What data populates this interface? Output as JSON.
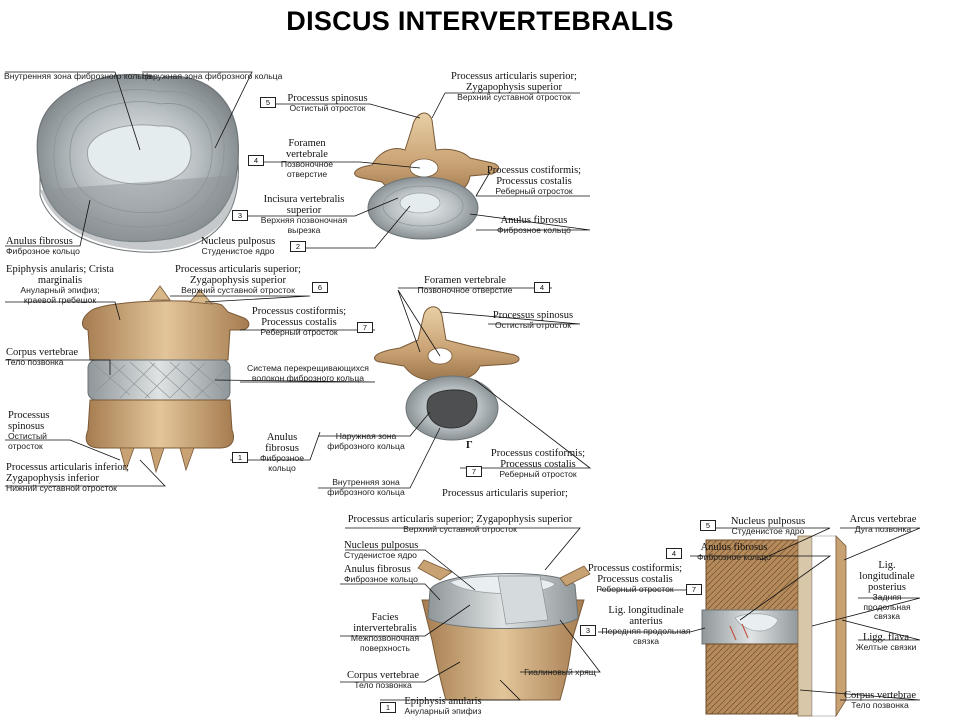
{
  "title": "DISCUS INTERVERTEBRALIS",
  "labels": {
    "p1_inner_zone": {
      "ru": "Внутренняя зона фиброзного кольца"
    },
    "p1_outer_zone": {
      "ru": "Наружная зона фиброзного кольца"
    },
    "p1_anulus": {
      "la": "Anulus fibrosus",
      "ru": "Фиброзное кольцо"
    },
    "p2_proc_art_sup": {
      "la": "Processus articularis superior; Zygapophysis superior",
      "ru": "Верхний суставной отросток"
    },
    "p2_spinosus": {
      "la": "Processus spinosus",
      "ru": "Остистый отросток",
      "num": "5"
    },
    "p2_foramen": {
      "la": "Foramen vertebrale",
      "ru": "Позвоночное отверстие",
      "num": "4"
    },
    "p2_incisura": {
      "la": "Incisura vertebralis superior",
      "ru": "Верхняя позвоночная вырезка",
      "num": "3"
    },
    "p2_nucleus": {
      "la": "Nucleus pulposus",
      "ru": "Студенистое ядро",
      "num": "2"
    },
    "p2_costiformis": {
      "la": "Processus costiformis; Processus costalis",
      "ru": "Реберный отросток"
    },
    "p2_anulus": {
      "la": "Anulus fibrosus",
      "ru": "Фиброзное кольцо"
    },
    "p3_epiphysis": {
      "la": "Epiphysis anularis; Crista marginalis",
      "ru": "Ануларный эпифиз; краевой гребешок"
    },
    "p3_corpus": {
      "la": "Corpus vertebrae",
      "ru": "Тело позвонка"
    },
    "p3_spinosus": {
      "la": "Processus spinosus",
      "ru": "Остистый отросток"
    },
    "p3_art_inf": {
      "la": "Processus articularis inferior; Zygapophysis inferior",
      "ru": "Нижний суставной отросток"
    },
    "p3_art_sup": {
      "la": "Processus articularis superior; Zygapophysis superior",
      "ru": "Верхний суставной отросток",
      "num": "6"
    },
    "p3_costiformis": {
      "la": "Processus costiformis; Processus costalis",
      "ru": "Реберный отросток",
      "num": "7"
    },
    "p3_system": {
      "ru": "Система перекрещивающихся волокон фиброзного кольца"
    },
    "p3_anulus": {
      "la": "Anulus fibrosus",
      "ru": "Фиброзное кольцо",
      "num": "1"
    },
    "p4_foramen": {
      "la": "Foramen vertebrale",
      "ru": "Позвоночное отверстие",
      "num": "4"
    },
    "p4_spinosus": {
      "la": "Processus spinosus",
      "ru": "Остистый отросток"
    },
    "p4_outer_zone": {
      "ru": "Наружная зона фиброзного кольца"
    },
    "p4_inner_zone": {
      "ru": "Внутренняя зона фиброзного кольца"
    },
    "p4_costiformis": {
      "la": "Processus costiformis; Processus costalis",
      "ru": "Реберный отросток",
      "num": "7"
    },
    "p4_fig_letter": "Г",
    "p4_art_sup_cut": {
      "la": "Processus articularis superior;"
    },
    "p5_art_sup": {
      "la": "Processus articularis superior; Zygapophysis superior",
      "ru": "Верхний суставной отросток"
    },
    "p5_nucleus": {
      "la": "Nucleus pulposus",
      "ru": "Студенистое ядро"
    },
    "p5_anulus": {
      "la": "Anulus fibrosus",
      "ru": "Фиброзное кольцо"
    },
    "p5_facies": {
      "la": "Facies intervertebralis",
      "ru": "Межпозвоночная поверхность"
    },
    "p5_corpus": {
      "la": "Corpus vertebrae",
      "ru": "Тело позвонка"
    },
    "p5_epiphysis": {
      "la": "Epiphysis anularis",
      "ru": "Ануларный эпифиз",
      "num": "1"
    },
    "p5_hyaline": {
      "ru": "Гиалиновый хрящ"
    },
    "p6_nucleus": {
      "la": "Nucleus pulposus",
      "ru": "Студенистое ядро",
      "num": "5"
    },
    "p6_anulus": {
      "la": "Anulus fibrosus",
      "ru": "Фиброзное кольцо",
      "num": "4"
    },
    "p6_costiformis": {
      "la": "Processus costiformis; Processus costalis",
      "ru": "Реберный отросток",
      "num": "7"
    },
    "p6_lig_ant": {
      "la": "Lig. longitudinale anterius",
      "ru": "Передняя продольная связка",
      "num": "3"
    },
    "p6_arcus": {
      "la": "Arcus vertebrae",
      "ru": "Дуга позвонка"
    },
    "p6_lig_post": {
      "la": "Lig. longitudinale posterius",
      "ru": "Задняя продольная связка"
    },
    "p6_ligg_flava": {
      "la": "Ligg. flava",
      "ru": "Желтые связки"
    },
    "p6_corpus": {
      "la": "Corpus vertebrae",
      "ru": "Тело позвонка"
    }
  }
}
